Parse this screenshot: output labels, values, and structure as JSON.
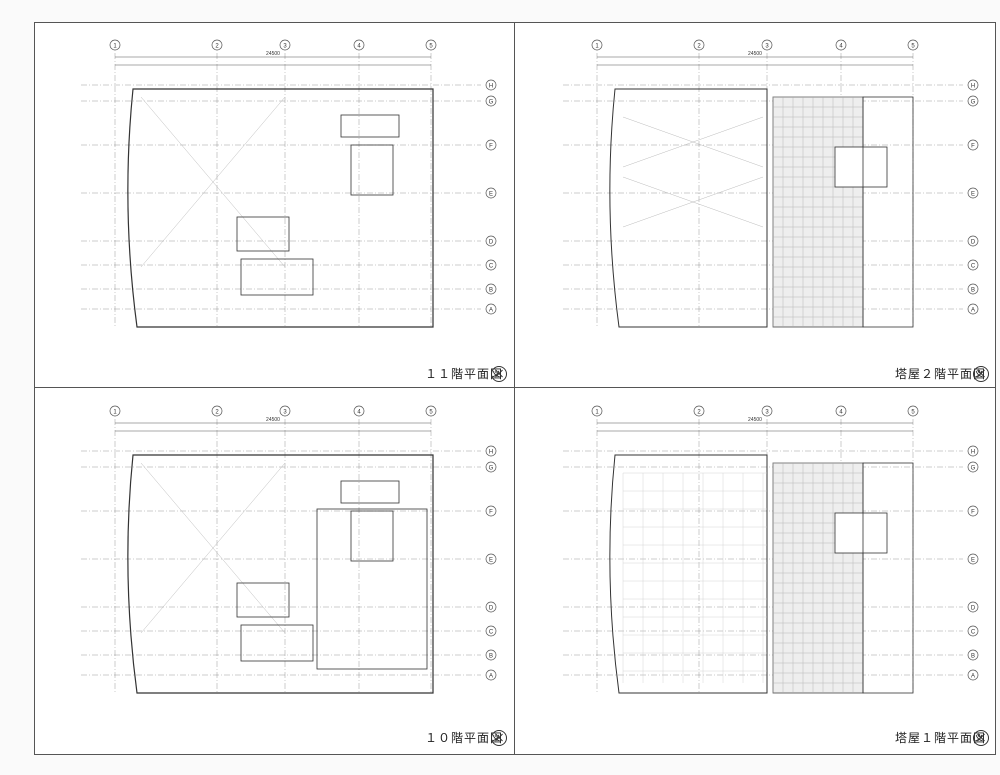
{
  "sheet": {
    "panels": [
      {
        "id": "p11",
        "caption": "１１階平面図",
        "variant": "office"
      },
      {
        "id": "pr2",
        "caption": "塔屋２階平面図",
        "variant": "roof2"
      },
      {
        "id": "p10",
        "caption": "１０階平面図",
        "variant": "office10"
      },
      {
        "id": "pr1",
        "caption": "塔屋１階平面図",
        "variant": "roof1"
      }
    ],
    "grid_cols": [
      "1",
      "2",
      "3",
      "4",
      "5"
    ],
    "grid_rows": [
      "H",
      "G",
      "F",
      "E",
      "D",
      "C",
      "B",
      "A"
    ],
    "dims_top": "24500",
    "north_icon": "north-arrow-icon"
  }
}
